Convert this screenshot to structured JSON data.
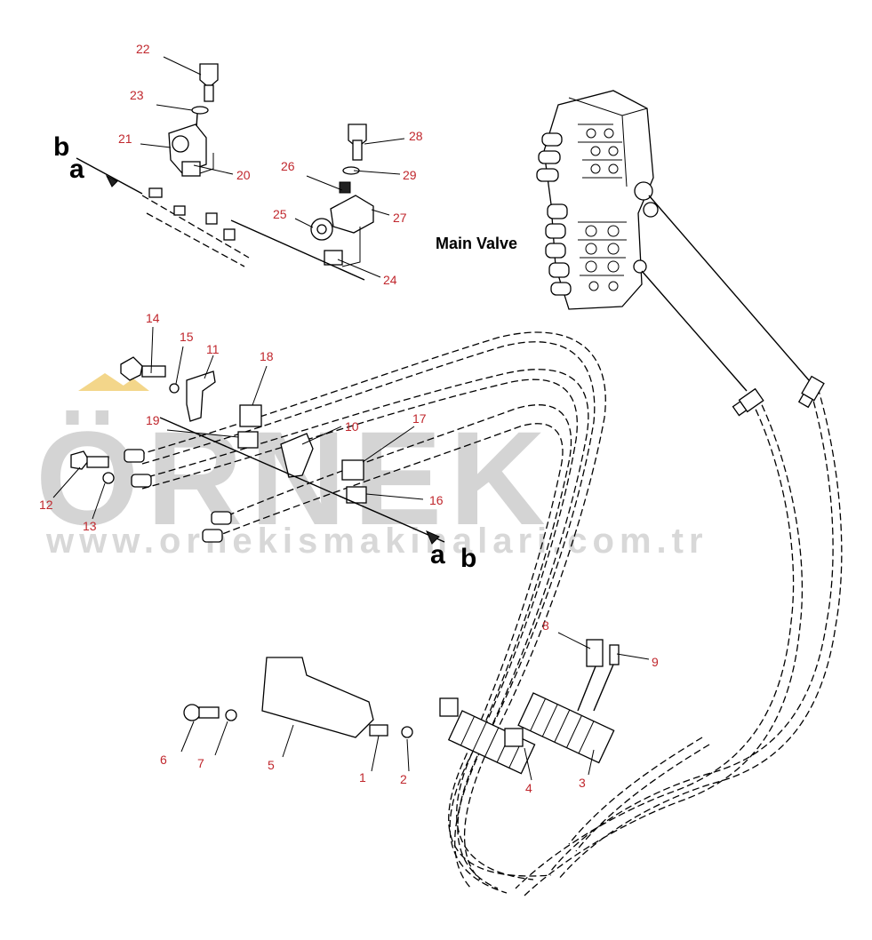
{
  "title": "Main Valve",
  "watermark": {
    "word": "ÖRNEK",
    "url": "www.ornekismakinalari.com.tr",
    "color": "#d4d4d4",
    "accent": "#f3d68a"
  },
  "callout_color": "#c0272d",
  "letters": {
    "a": "a",
    "b": "b"
  },
  "callouts": [
    "22",
    "23",
    "21",
    "20",
    "28",
    "26",
    "29",
    "25",
    "27",
    "24",
    "14",
    "15",
    "11",
    "18",
    "19",
    "10",
    "17",
    "16",
    "12",
    "13",
    "8",
    "9",
    "6",
    "7",
    "5",
    "1",
    "2",
    "4",
    "3"
  ]
}
